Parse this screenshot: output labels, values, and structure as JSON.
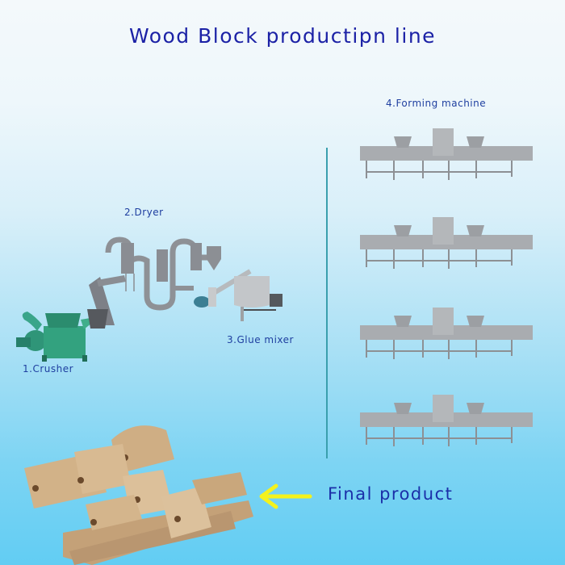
{
  "title": "Wood Block productipn line",
  "steps": [
    {
      "number": "1",
      "label": "1.Crusher",
      "color": "#2fa07a"
    },
    {
      "number": "2",
      "label": "2.Dryer",
      "color": "#8a8d93"
    },
    {
      "number": "3",
      "label": "3.Glue mixer",
      "color": "#b9bcbf"
    },
    {
      "number": "4",
      "label": "4.Forming machine",
      "count": 4,
      "color": "#a6a9ad"
    }
  ],
  "final_product": {
    "label": "Final product",
    "arrow_color": "#f4f21c",
    "product_color": "#c9a77c"
  },
  "colors": {
    "title": "#1c22a6",
    "labels": "#1f3fa0",
    "divider": "#3a9fae",
    "background_top": "#f4f9fb",
    "background_bottom": "#62cdf3"
  }
}
